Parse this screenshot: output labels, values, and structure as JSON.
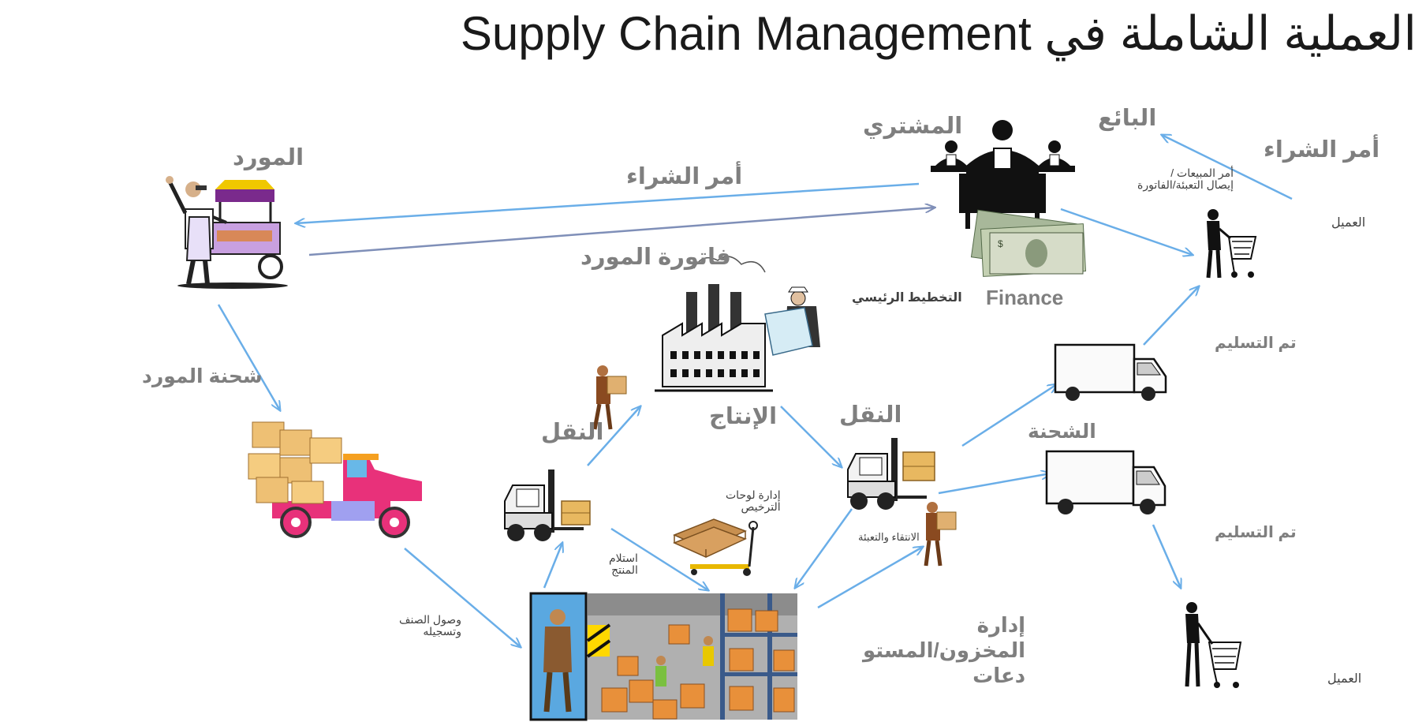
{
  "title": "العملية الشاملة في Supply Chain Management",
  "labels": {
    "supplier": "المورد",
    "buyer": "المشتري",
    "seller": "البائع",
    "purchase_order_top": "أمر الشراء",
    "purchase_order_right": "أمر الشراء",
    "sales_order_line1": "أمر المبيعات /",
    "sales_order_line2": "إيصال التعبئة/الفاتورة",
    "customer_top": "العميل",
    "supplier_invoice": "فاتورة المورد",
    "master_planning": "التخطيط الرئيسي",
    "finance": "Finance",
    "delivered_top": "تم التسليم",
    "supplier_shipment": "شحنة المورد",
    "production": "الإنتاج",
    "transport_left": "النقل",
    "transport_right": "النقل",
    "shipment": "الشحنة",
    "license_plates_line1": "إدارة لوحات",
    "license_plates_line2": "الترخيص",
    "product_receipt_line1": "استلام",
    "product_receipt_line2": "المنتج",
    "picking_packing": "الانتقاء والتعبئة",
    "delivered_bottom": "تم التسليم",
    "item_arrival_line1": "وصول الصنف",
    "item_arrival_line2": "وتسجيله",
    "inventory_line1": "إدارة",
    "inventory_line2": "المخزون/المستو",
    "inventory_line3": "دعات",
    "customer_bottom": "العميل"
  },
  "colors": {
    "arrow": "#6aaee8",
    "arrow_dark": "#7f8fb8",
    "label": "#7f7f7f",
    "title": "#1a1a1a"
  },
  "icons": [
    "supplier-vendor-icon",
    "buyer-office-icon",
    "money-icon",
    "customer-cart-icon",
    "factory-icon",
    "forklift-icon",
    "worker-box-icon",
    "delivery-truck-icon",
    "pallet-jack-icon",
    "warehouse-icon",
    "cargo-truck-icon"
  ]
}
